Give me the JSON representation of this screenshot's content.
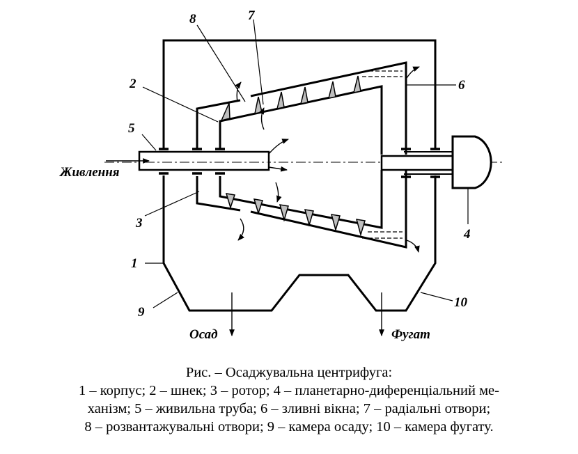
{
  "labels": {
    "n1": "1",
    "n2": "2",
    "n3": "3",
    "n4": "4",
    "n5": "5",
    "n6": "6",
    "n7": "7",
    "n8": "8",
    "n9": "9",
    "n10": "10",
    "feed": "Живлення",
    "sediment": "Осад",
    "fugate": "Фугат"
  },
  "caption": {
    "title": "Рис. – Осаджувальна центрифуга:",
    "line1": "1 – корпус; 2 – шнек; 3 – ротор; 4 – планетарно-диференціальний ме-",
    "line2": "ханізм; 5 – живильна труба; 6 – зливні вікна; 7 – радіальні отвори;",
    "line3": "8 – розвантажувальні отвори; 9 – камера осаду; 10 – камера фугату."
  }
}
